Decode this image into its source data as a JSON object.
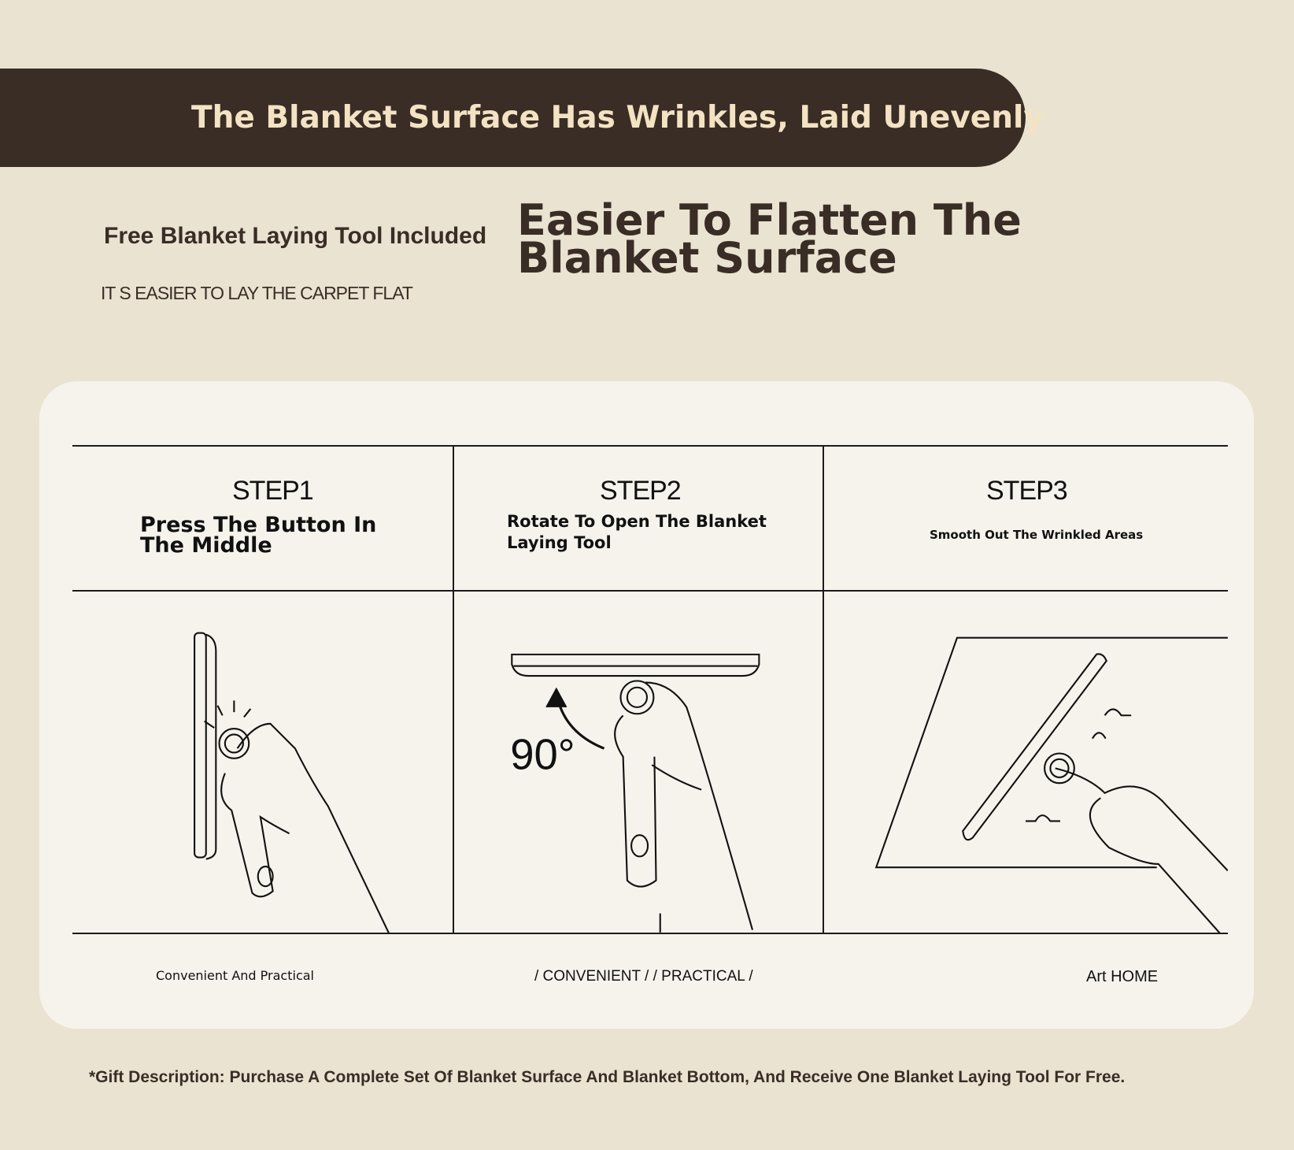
{
  "banner": {
    "title": "The Blanket Surface Has Wrinkles, Laid Unevenly"
  },
  "headline": {
    "free_tool": "Free Blanket Laying Tool Included",
    "main": "Easier To Flatten The Blanket Surface",
    "subtitle": "IT S EASIER TO LAY THE CARPET FLAT"
  },
  "steps": [
    {
      "label": "STEP1",
      "description": "Press The Button In The Middle"
    },
    {
      "label": "STEP2",
      "description": "Rotate To Open The Blanket Laying Tool",
      "angle_label": "90°"
    },
    {
      "label": "STEP3",
      "description": "Smooth Out The Wrinkled Areas"
    }
  ],
  "footer": {
    "left": "Convenient And Practical",
    "center": "/ CONVENIENT / / PRACTICAL /",
    "right": "Art HOME"
  },
  "gift": "*Gift Description: Purchase A Complete Set Of Blanket Surface And Blanket Bottom, And Receive One Blanket Laying Tool For Free.",
  "colors": {
    "banner": "#3a2d26",
    "banner_text": "#f3e3c3",
    "background": "#ebe3d1",
    "card": "#f6f3ec"
  }
}
